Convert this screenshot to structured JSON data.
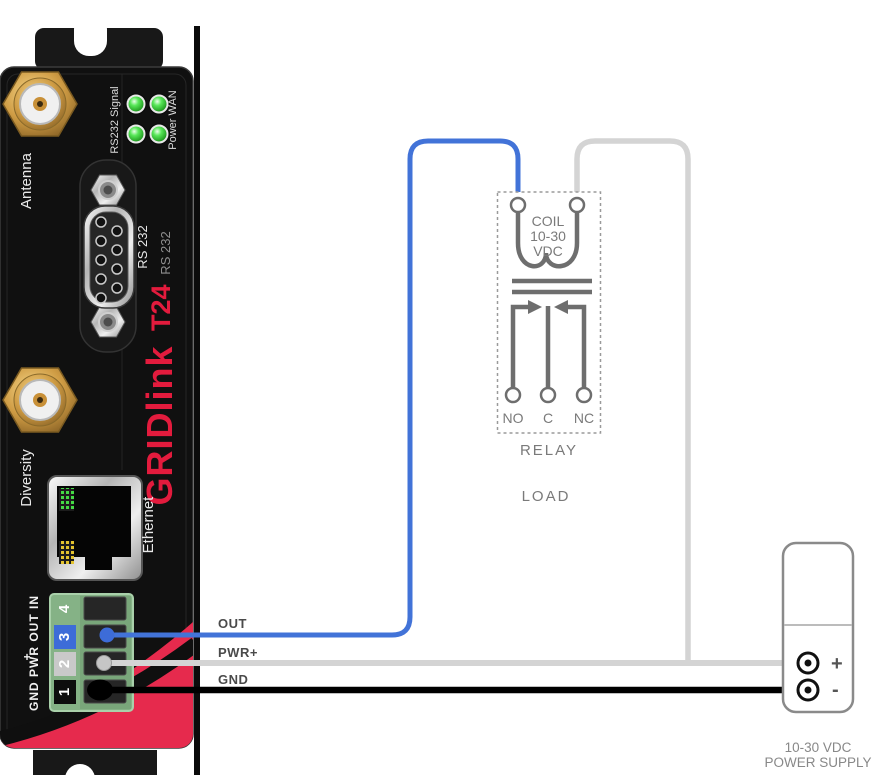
{
  "device": {
    "brand": "GRIDlink",
    "model": "T24",
    "labels": {
      "antenna": "Antenna",
      "diversity": "Diversity",
      "ethernet": "Ethernet",
      "rs232_a": "RS 232",
      "rs232_b": "RS 232",
      "led_column_left": "RS232  Signal",
      "led_column_right": "Power  WAN"
    },
    "terminal_block": {
      "side_label": "GND PWR OUT IN",
      "plus_mark": "+",
      "numbers": [
        "4",
        "3",
        "2",
        "1"
      ]
    }
  },
  "wires": {
    "out": {
      "label": "OUT",
      "color": "#4273d8"
    },
    "pwr": {
      "label": "PWR+",
      "color": "#d4d4d4"
    },
    "gnd": {
      "label": "GND",
      "color": "#000000"
    }
  },
  "relay": {
    "coil": {
      "line1": "COIL",
      "line2": "10-30",
      "line3": "VDC"
    },
    "contacts": {
      "no": "NO",
      "c": "C",
      "nc": "NC"
    },
    "title": "RELAY"
  },
  "load": {
    "label": "LOAD"
  },
  "power_supply": {
    "plus": "+",
    "minus": "-",
    "caption_line1": "10-30 VDC",
    "caption_line2": "POWER SUPPLY"
  },
  "colors": {
    "brand_red": "#e31b3d",
    "swoosh_red": "#e62a4d",
    "wire_blue": "#4273d8",
    "wire_gray": "#d4d4d4",
    "wire_black": "#000000",
    "relay_gray": "#6e6e6e",
    "led_green": "#4ade4a",
    "terminal_green": "#85b286"
  }
}
